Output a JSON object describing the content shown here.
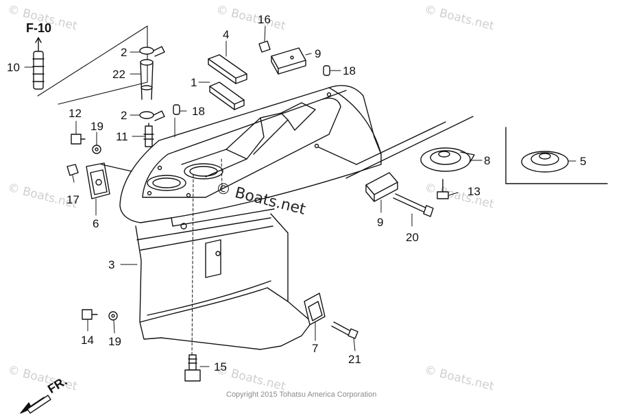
{
  "reference": "F-10",
  "watermark": "© Boats.net",
  "center_watermark": "© Boats.net",
  "copyright": "Copyright 2015 Tohatsu America Corporation",
  "direction_label": "FR.",
  "callouts": {
    "c1": "1",
    "c2a": "2",
    "c2b": "2",
    "c3": "3",
    "c4": "4",
    "c5": "5",
    "c6": "6",
    "c7": "7",
    "c8": "8",
    "c9a": "9",
    "c9b": "9",
    "c10": "10",
    "c11": "11",
    "c12": "12",
    "c13": "13",
    "c14": "14",
    "c15": "15",
    "c16": "16",
    "c17": "17",
    "c18a": "18",
    "c18b": "18",
    "c19a": "19",
    "c19b": "19",
    "c20": "20",
    "c21": "21",
    "c22": "22"
  }
}
